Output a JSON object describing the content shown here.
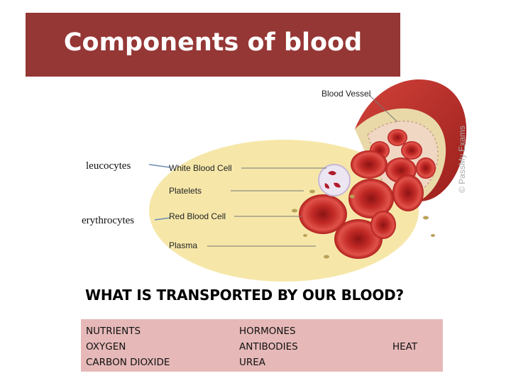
{
  "title": "Components of blood",
  "side_labels": {
    "leucocytes": "leucocytes",
    "erythrocytes": "erythrocytes"
  },
  "diagram": {
    "labels": {
      "blood_vessel": "Blood Vessel",
      "white_blood_cell": "White Blood Cell",
      "platelets": "Platelets",
      "red_blood_cell": "Red Blood Cell",
      "plasma": "Plasma"
    },
    "watermark": "© PassMy Exams"
  },
  "question": "WHAT IS TRANSPORTED BY OUR BLOOD?",
  "transported": {
    "col1": [
      "NUTRIENTS",
      "OXYGEN",
      "CARBON DIOXIDE"
    ],
    "col2": [
      "HORMONES",
      "ANTIBODIES",
      "UREA"
    ],
    "col3": [
      "HEAT"
    ]
  },
  "colors": {
    "title_bar": "#953735",
    "info_box": "#e6b9b8",
    "vessel": "#b92b26",
    "plasma": "#f6e7a9"
  }
}
